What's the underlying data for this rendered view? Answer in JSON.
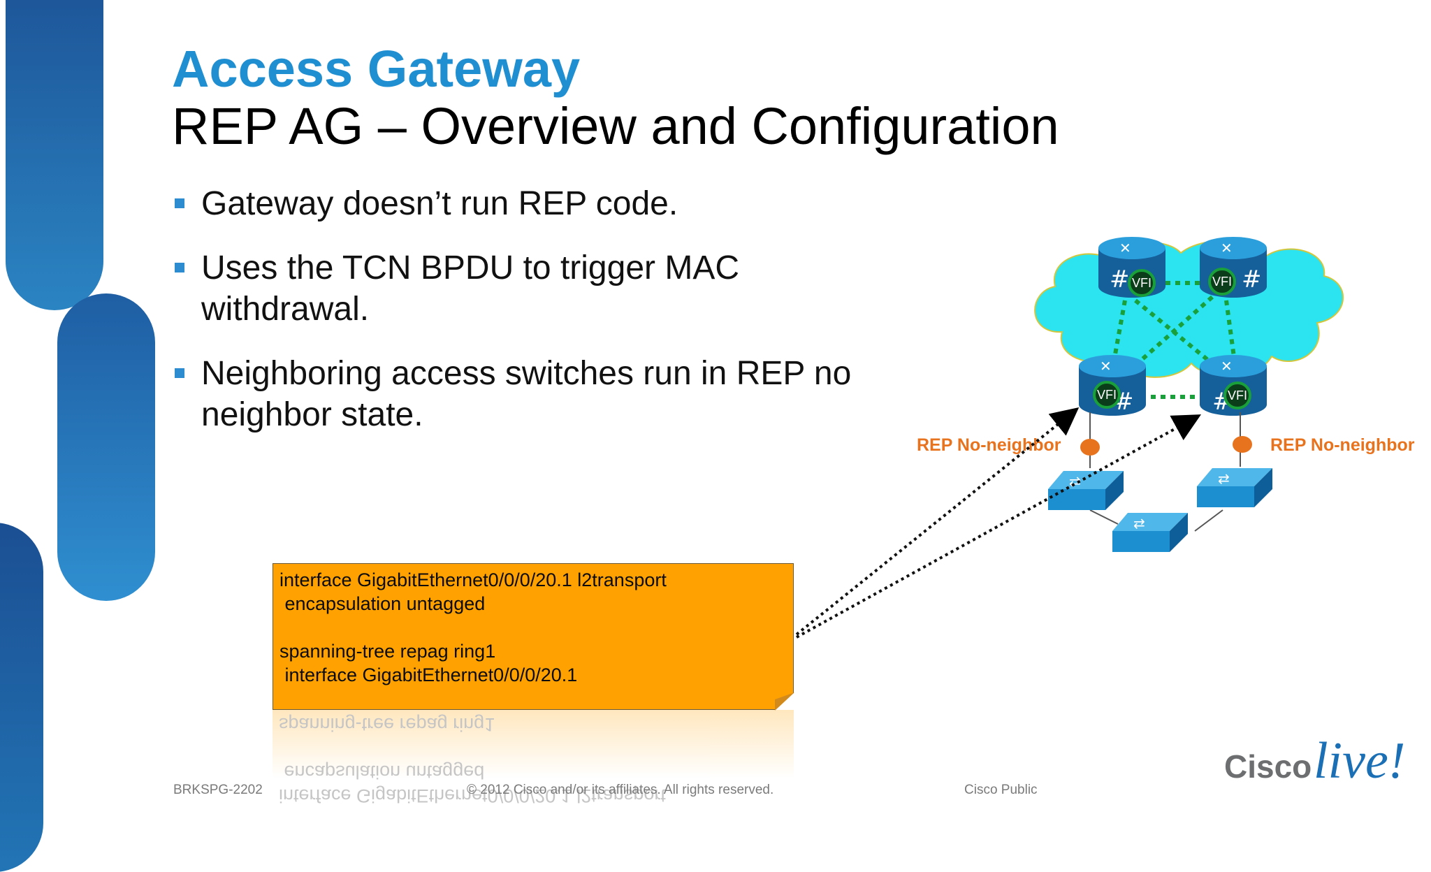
{
  "slide": {
    "title": "Access Gateway",
    "subtitle": "REP AG – Overview and Configuration",
    "bullets": [
      "Gateway doesn’t run REP code.",
      "Uses the TCN BPDU to trigger MAC withdrawal.",
      "Neighboring access switches run in REP no neighbor state."
    ]
  },
  "config": {
    "lines": [
      "interface GigabitEthernet0/0/0/20.1 l2transport",
      " encapsulation untagged",
      "",
      "spanning-tree repag ring1",
      " interface GigabitEthernet0/0/0/20.1"
    ]
  },
  "diagram": {
    "routers": [
      {
        "id": "top-left",
        "vfi_label": "VFI"
      },
      {
        "id": "top-right",
        "vfi_label": "VFI"
      },
      {
        "id": "bottom-left",
        "vfi_label": "VFI"
      },
      {
        "id": "bottom-right",
        "vfi_label": "VFI"
      }
    ],
    "labels": {
      "rep_left": "REP No-neighbor",
      "rep_right": "REP No-neighbor"
    },
    "colors": {
      "cloud": "#2ce3f0",
      "router": "#1c7fc0",
      "pseudowire": "#1aa03a",
      "rep_marker": "#e8731e",
      "config_box": "#ffa100"
    }
  },
  "footer": {
    "session_code": "BRKSPG-2202",
    "copyright": "© 2012 Cisco and/or its affiliates. All rights reserved.",
    "classification": "Cisco Public"
  },
  "logo": {
    "brand": "Cisco",
    "event": "live!"
  }
}
